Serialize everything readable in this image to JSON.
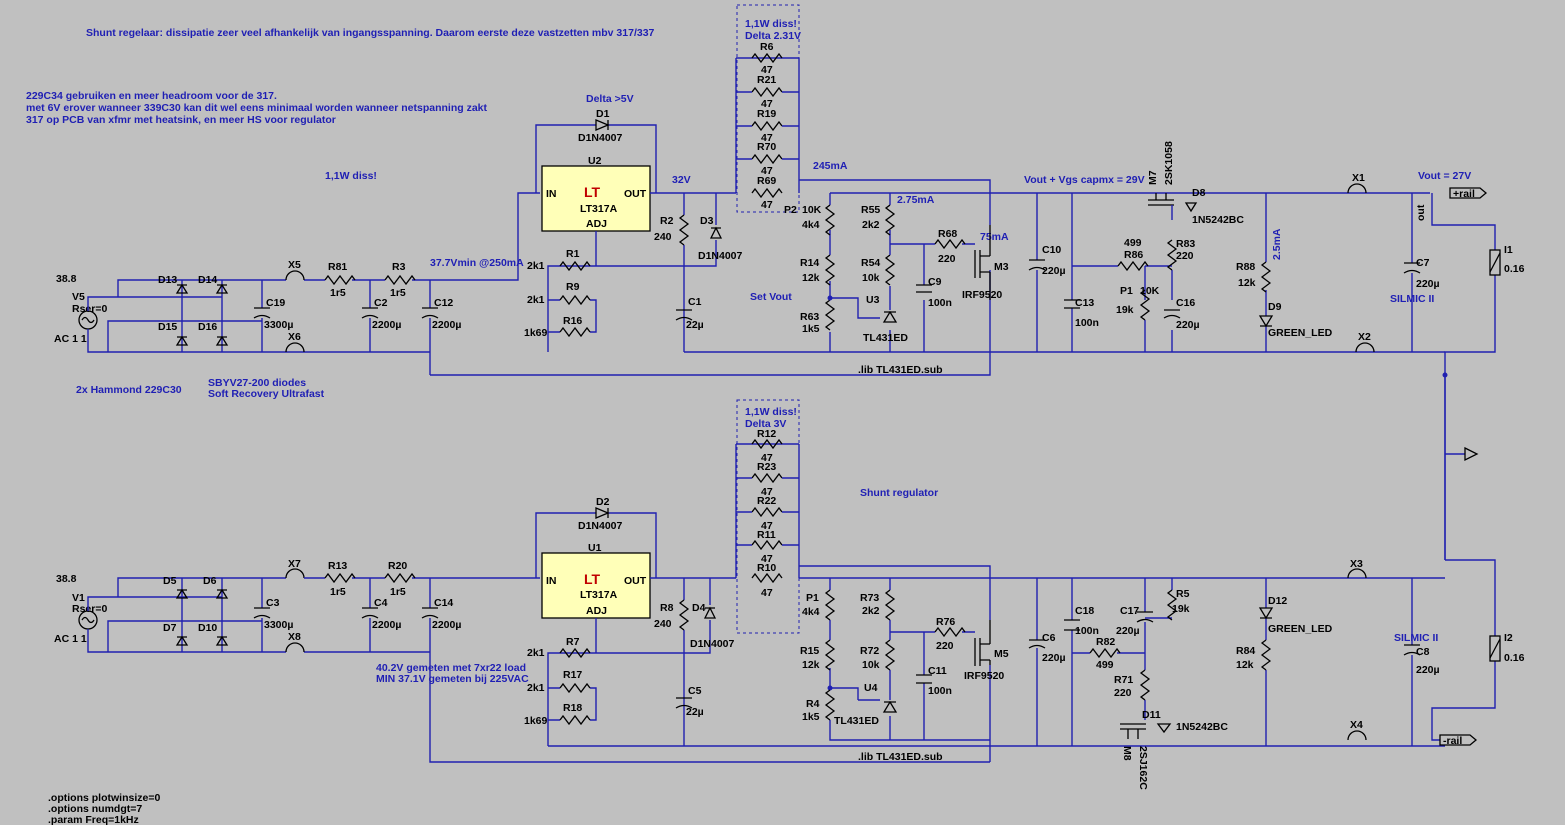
{
  "notes": {
    "shunt_top": "Shunt regelaar: dissipatie zeer veel afhankelijk van ingangsspanning. Daarom eerste deze vastzetten mbv 317/337",
    "n1": "229C34 gebruiken en meer headroom voor de 317.",
    "n2": "met 6V erover wanneer 339C30 kan dit wel eens minimaal worden wanneer netspanning zakt",
    "n3": "317 op PCB van xfmr met heatsink, en meer HS voor regulator",
    "diss": "1,1W diss!",
    "hammond": "2x Hammond 229C30",
    "diodes1": "SBYV27-200 diodes",
    "diodes2": "Soft Recovery Ultrafast",
    "delta5": "Delta >5V",
    "v32": "32V",
    "ma245": "245mA",
    "v377": "37.7Vmin @250mA",
    "ma275": "2.75mA",
    "ma75": "75mA",
    "setvout": "Set Vout",
    "vgs": "Vout + Vgs capmx = 29V",
    "vout27": "Vout = 27V",
    "ma25": "2.5mA",
    "lib1": ".lib TL431ED.sub",
    "lib2": ".lib TL431ED.sub",
    "diss_top": "1,1W diss!",
    "delta231": "Delta 2.31V",
    "diss_bot": "1,1W diss!",
    "delta3": "Delta 3V",
    "shunt_reg": "Shunt regulator",
    "meas1": "40.2V gemeten met 7xr22 load",
    "meas2": "MIN 37.1V gemeten bij 225VAC",
    "opt1": ".options plotwinsize=0",
    "opt2": ".options numdgt=7",
    "opt3": ".param Freq=1kHz"
  },
  "top": {
    "src_v": "38.8",
    "src_name": "V5",
    "src_rser": "Rser=0",
    "src_ac": "AC 1 1",
    "d13": "D13",
    "d14": "D14",
    "d15": "D15",
    "d16": "D16",
    "x5": "X5",
    "x6": "X6",
    "r81": "R81",
    "r81v": "1r5",
    "r3": "R3",
    "r3v": "1r5",
    "c19": "C19",
    "c19v": "3300µ",
    "c2": "C2",
    "c2v": "2200µ",
    "c12": "C12",
    "c12v": "2200µ",
    "d1": "D1",
    "d1v": "D1N4007",
    "u2": "U2",
    "reg": "LT317A",
    "in": "IN",
    "out": "OUT",
    "adj": "ADJ",
    "r1": "R1",
    "r1v": "2k1",
    "r9": "R9",
    "r9v": "2k1",
    "r16": "R16",
    "r16v": "1k69",
    "r2": "R2",
    "r2v": "240",
    "d3": "D3",
    "d3v": "D1N4007",
    "c1": "C1",
    "c1v": "22µ",
    "r6": "R6",
    "r21": "R21",
    "r19": "R19",
    "r70": "R70",
    "r69": "R69",
    "r47": "47",
    "p2": "P2",
    "p2v": "10K",
    "p2w": "4k4",
    "r14": "R14",
    "r14v": "12k",
    "r63": "R63",
    "r63v": "1k5",
    "r55": "R55",
    "r55v": "2k2",
    "r54": "R54",
    "r54v": "10k",
    "u3": "U3",
    "tl": "TL431ED",
    "r68": "R68",
    "r68v": "220",
    "c9": "C9",
    "c9v": "100n",
    "m3": "M3",
    "irf": "IRF9520",
    "c10": "C10",
    "c10v": "220µ",
    "c13": "C13",
    "c13v": "100n",
    "r86": "R86",
    "r86v": "499",
    "p1": "P1",
    "p1v": "10K",
    "p1w": "19k",
    "m7": "M7",
    "m7v": "2SK1058",
    "d8": "D8",
    "d8v": "1N5242BC",
    "r83": "R83",
    "r83v": "220",
    "c16": "C16",
    "c16v": "220µ",
    "r88": "R88",
    "r88v": "12k",
    "d9": "D9",
    "d9v": "GREEN_LED",
    "x1": "X1",
    "x2": "X2",
    "c7": "C7",
    "c7v": "220µ",
    "silmic": "SILMIC II",
    "i1": "I1",
    "i1v": "0.16",
    "rail": "+rail",
    "outlbl": "out"
  },
  "bot": {
    "src_v": "38.8",
    "src_name": "V1",
    "src_rser": "Rser=0",
    "src_ac": "AC 1 1",
    "d5": "D5",
    "d6": "D6",
    "d7": "D7",
    "d10": "D10",
    "x7": "X7",
    "x8": "X8",
    "r13": "R13",
    "r13v": "1r5",
    "r20": "R20",
    "r20v": "1r5",
    "c3": "C3",
    "c3v": "3300µ",
    "c4": "C4",
    "c4v": "2200µ",
    "c14": "C14",
    "c14v": "2200µ",
    "d2": "D2",
    "d2v": "D1N4007",
    "u1": "U1",
    "reg": "LT317A",
    "in": "IN",
    "out": "OUT",
    "adj": "ADJ",
    "r7": "R7",
    "r7v": "2k1",
    "r17": "R17",
    "r17v": "2k1",
    "r18": "R18",
    "r18v": "1k69",
    "r8": "R8",
    "r8v": "240",
    "d4": "D4",
    "d4v": "D1N4007",
    "c5": "C5",
    "c5v": "22µ",
    "r12": "R12",
    "r23": "R23",
    "r22": "R22",
    "r11": "R11",
    "r10": "R10",
    "r47": "47",
    "p1": "P1",
    "p1v": "4k4",
    "r15": "R15",
    "r15v": "12k",
    "r4": "R4",
    "r4v": "1k5",
    "r73": "R73",
    "r73v": "2k2",
    "r72": "R72",
    "r72v": "10k",
    "u4": "U4",
    "tl": "TL431ED",
    "r76": "R76",
    "r76v": "220",
    "c11": "C11",
    "c11v": "100n",
    "m5": "M5",
    "irf": "IRF9520",
    "c6": "C6",
    "c6v": "220µ",
    "c18": "C18",
    "c18v": "100n",
    "c17": "C17",
    "c17v": "220µ",
    "r82": "R82",
    "r82v": "499",
    "r5": "R5",
    "r5v": "19k",
    "r71": "R71",
    "r71v": "220",
    "d11": "D11",
    "d11v": "1N5242BC",
    "m8": "M8",
    "m8v": "2SJ162C",
    "d12": "D12",
    "d12v": "GREEN_LED",
    "r84": "R84",
    "r84v": "12k",
    "x3": "X3",
    "x4": "X4",
    "c8": "C8",
    "c8v": "220µ",
    "silmic": "SILMIC II",
    "i2": "I2",
    "i2v": "0.16",
    "rail": "-rail"
  }
}
